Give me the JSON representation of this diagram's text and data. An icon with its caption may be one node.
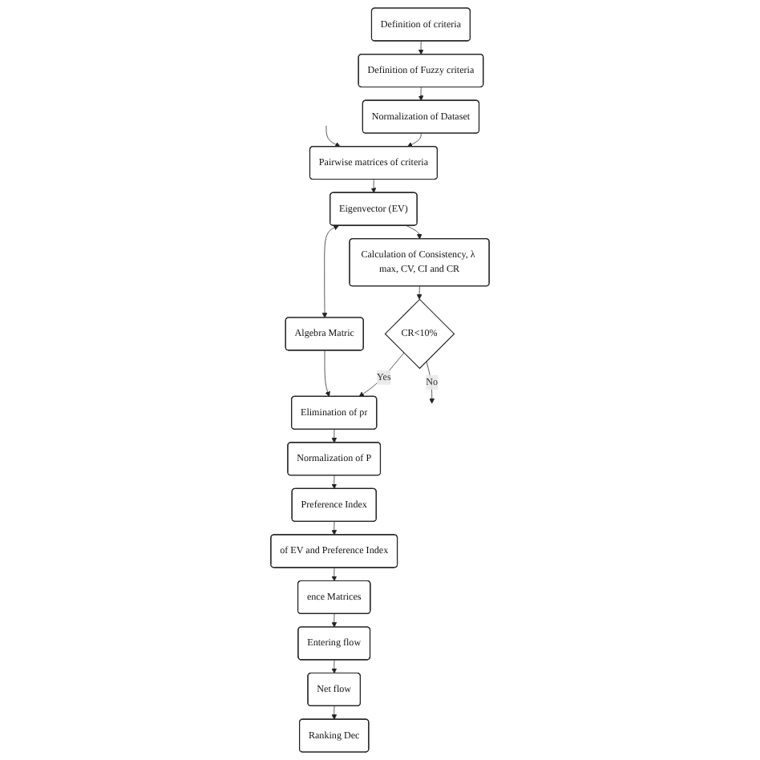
{
  "diagram": {
    "nodes": [
      {
        "text": [
          "Definition of criteria"
        ]
      },
      {
        "text": [
          "Definition of Fuzzy criteria"
        ]
      },
      {
        "text": [
          "Normalization of Dataset"
        ]
      },
      {
        "text": [
          "Pairwise matrices of criteria"
        ]
      },
      {
        "text": [
          "Eigenvector (EV)"
        ]
      },
      {
        "text": [
          "Algebra Matric"
        ]
      },
      {
        "text": [
          "Calculation of Consistency, λ max, CV, CI and CR"
        ]
      },
      {
        "text": [
          "CR<10%"
        ]
      },
      {
        "text": [
          "Elimination of pr"
        ]
      },
      {
        "text": [
          "Normalization of P"
        ]
      },
      {
        "text": [
          "Preference Index"
        ]
      },
      {
        "text": [
          "of EV and Preference Index"
        ]
      },
      {
        "text": [
          "ence Matrices"
        ]
      },
      {
        "text": [
          "Entering flow"
        ]
      },
      {
        "text": [
          "Net flow"
        ]
      },
      {
        "text": [
          "Ranking Dec"
        ]
      }
    ],
    "edges": [
      {
        "from": 0,
        "to": 1,
        "arrow": "to"
      },
      {
        "from": 1,
        "to": 2,
        "arrow": "to"
      },
      {
        "from": 2,
        "to": 3,
        "arrow": "to"
      },
      {
        "from": null,
        "to": 3,
        "arrow": "to"
      },
      {
        "from": 3,
        "to": 4,
        "arrow": "to"
      },
      {
        "from": 4,
        "to": 5,
        "arrow": "both"
      },
      {
        "from": 4,
        "to": 6,
        "arrow": "to"
      },
      {
        "from": 6,
        "to": 7,
        "arrow": "to"
      },
      {
        "from": 7,
        "to": null,
        "label": "No",
        "arrow": "to"
      },
      {
        "from": 7,
        "to": 8,
        "label": "Yes",
        "arrow": "to"
      },
      {
        "from": 5,
        "to": 8,
        "arrow": "to"
      },
      {
        "from": 8,
        "to": 9,
        "arrow": "to"
      },
      {
        "from": 9,
        "to": 10,
        "arrow": "to"
      },
      {
        "from": 10,
        "to": 11,
        "arrow": "to"
      },
      {
        "from": 11,
        "to": 12,
        "arrow": "to"
      },
      {
        "from": 12,
        "to": 13,
        "arrow": "to"
      },
      {
        "from": 13,
        "to": 14,
        "arrow": "to"
      },
      {
        "from": 14,
        "to": 15,
        "arrow": "to"
      }
    ]
  }
}
